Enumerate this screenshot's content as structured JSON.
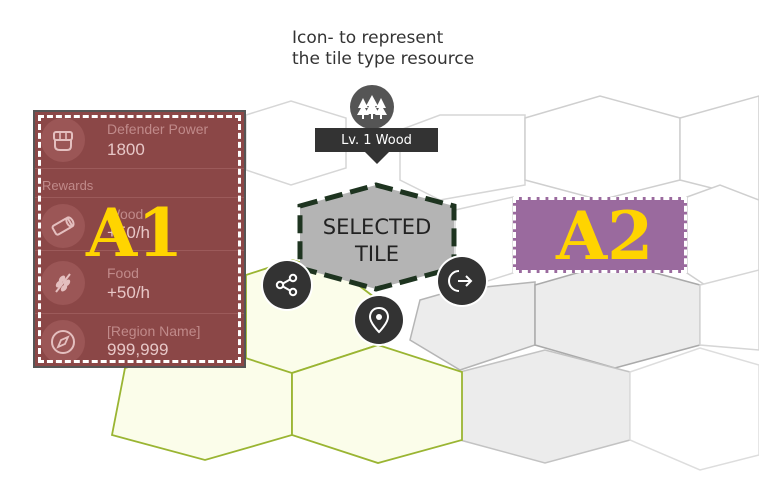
{
  "annotation": {
    "line1": "Icon- to represent",
    "line2": "the tile type resource"
  },
  "tooltip": {
    "label": "Lv. 1  Wood"
  },
  "selected_tile": {
    "line1": "SELECTED",
    "line2": "TILE"
  },
  "info_panel": {
    "defender": {
      "label": "Defender Power",
      "value": "1800",
      "icon": "fist-icon"
    },
    "rewards_title": "Rewards",
    "wood": {
      "label": "Wood",
      "value": "+50/h",
      "icon": "log-icon"
    },
    "food": {
      "label": "Food",
      "value": "+50/h",
      "icon": "wheat-icon"
    },
    "region": {
      "label": "[Region Name]",
      "value": "999,999",
      "icon": "compass-icon"
    }
  },
  "callouts": {
    "a1": "A1",
    "a2": "A2"
  },
  "actions": {
    "share": "share-icon",
    "location": "map-pin-icon",
    "enter": "enter-icon",
    "resource": "trees-icon"
  },
  "colors": {
    "panel": "#8b4747",
    "a2_box": "#9a6a9e",
    "callout_text": "#ffd400",
    "selected_tile": "#b4b4b4",
    "highlight_tile": "#fbfdea",
    "highlight_stroke": "#9ab532",
    "dark_ui": "#333333"
  }
}
